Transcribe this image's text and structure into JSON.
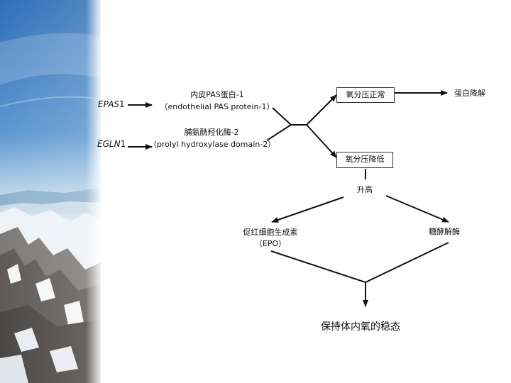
{
  "sidebar": {
    "image": "snowy-mountain-sky-photo"
  },
  "genes": [
    {
      "name": "EPAS",
      "num": "1"
    },
    {
      "name": "EGLN",
      "num": "1"
    }
  ],
  "proteins": [
    {
      "line1": "内皮PAS蛋白-1",
      "line2": "（endothelial PAS protein-1）"
    },
    {
      "line1": "脯氨酰羟化酶-2",
      "line2": "（prolyl hydroxylase domain-2）"
    }
  ],
  "states": {
    "normal": "氧分压正常",
    "low": "氧分压降低"
  },
  "outcome_normal": "蛋白降解",
  "rise": "升高",
  "effects": [
    {
      "line1": "促红细胞生成素",
      "line2": "（EPO）"
    },
    {
      "line1": "糖酵解酶"
    }
  ],
  "final": "保持体内氧的稳态",
  "colors": {
    "line": "#111111",
    "box_border": "#333333"
  }
}
